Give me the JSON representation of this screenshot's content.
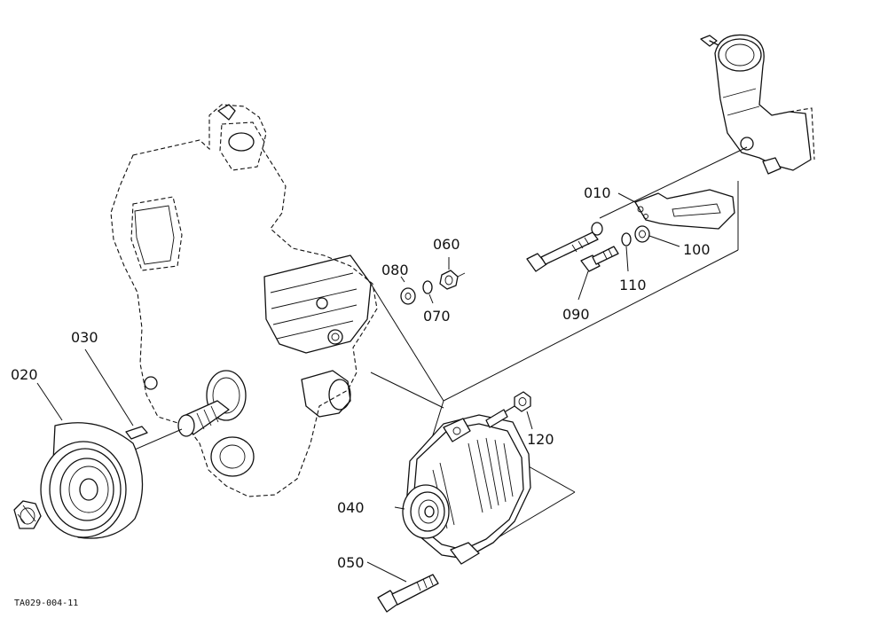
{
  "figure_ref": "TA029-004-11",
  "callouts": {
    "c010": "010",
    "c020": "020",
    "c030": "030",
    "c040": "040",
    "c050": "050",
    "c060": "060",
    "c070": "070",
    "c080": "080",
    "c090": "090",
    "c100": "100",
    "c110": "110",
    "c120": "120"
  }
}
